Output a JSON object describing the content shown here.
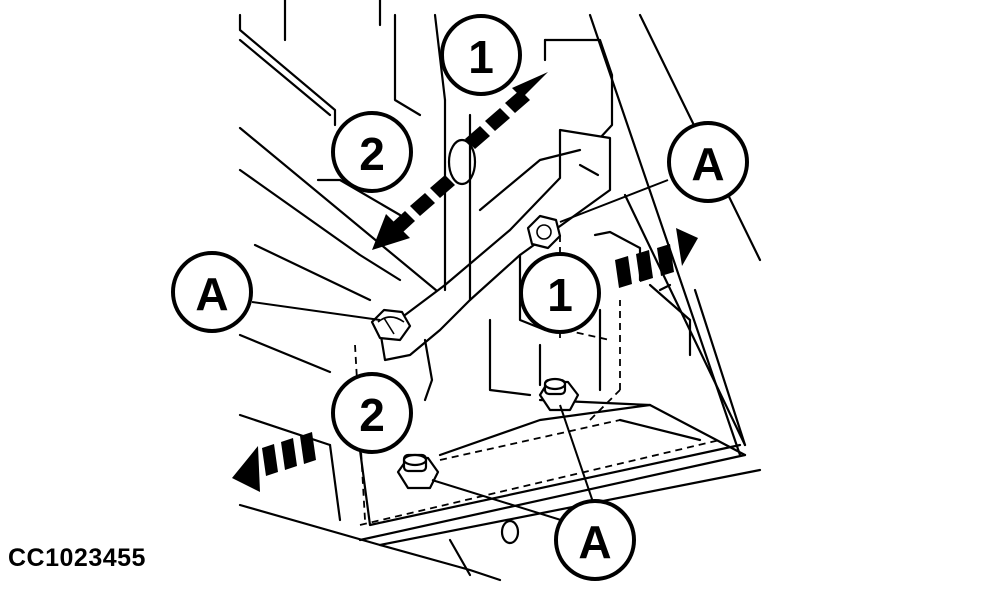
{
  "figure_code": "CC1023455",
  "callouts": {
    "c1_top": "1",
    "c2_top": "2",
    "a_right": "A",
    "a_left": "A",
    "c1_mid": "1",
    "c2_low": "2",
    "a_bottom": "A"
  }
}
